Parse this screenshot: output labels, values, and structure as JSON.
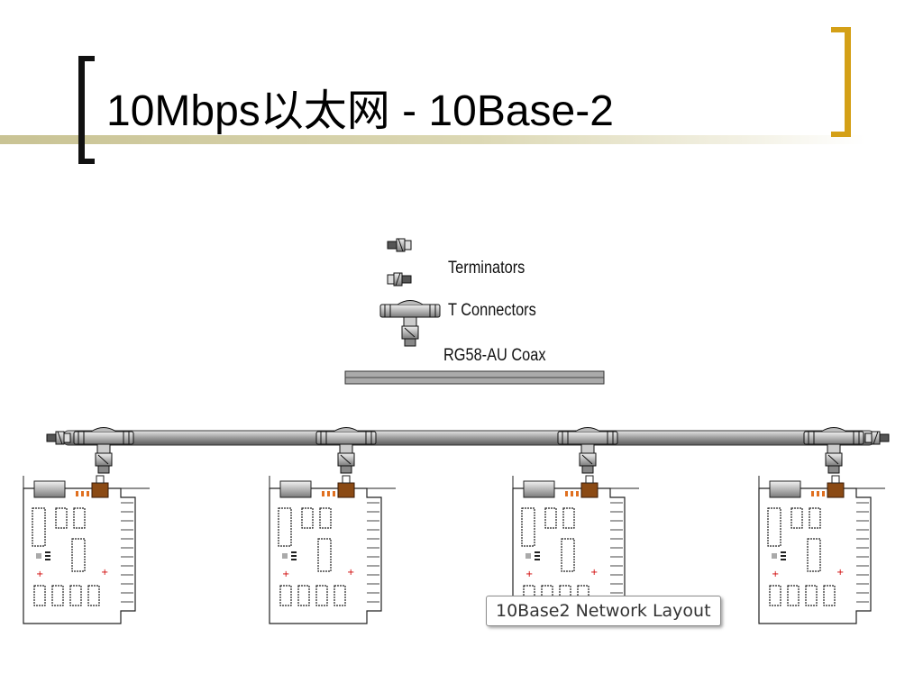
{
  "slide": {
    "title": "10Mbps以太网 - 10Base-2",
    "colors": {
      "bracket_left": "#111111",
      "bracket_right": "#d4a017",
      "accent_bar": "#c9c394"
    }
  },
  "diagram": {
    "legend": {
      "terminators_label": "Terminators",
      "t_connectors_label": "T Connectors",
      "coax_label": "RG58-AU Coax"
    },
    "stations": [
      {
        "name": "network-card-1"
      },
      {
        "name": "network-card-2"
      },
      {
        "name": "network-card-3"
      },
      {
        "name": "network-card-4"
      }
    ],
    "tooltip": "10Base2 Network Layout"
  }
}
